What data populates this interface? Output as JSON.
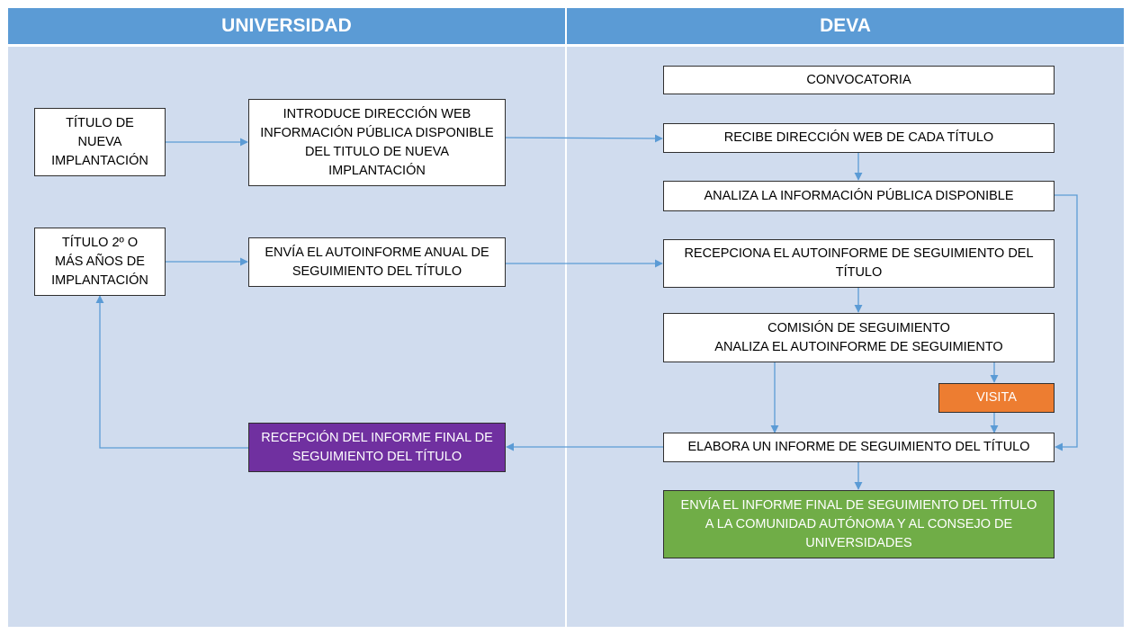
{
  "lanes": {
    "left": "UNIVERSIDAD",
    "right": "DEVA"
  },
  "universidad": {
    "titulo_nueva": "TÍTULO DE\nNUEVA\nIMPLANTACIÓN",
    "introduce": "INTRODUCE DIRECCIÓN WEB\nINFORMACIÓN PÚBLICA DISPONIBLE\nDEL TITULO DE NUEVA\nIMPLANTACIÓN",
    "titulo_2": "TÍTULO 2º O\nMÁS AÑOS DE\nIMPLANTACIÓN",
    "envia_autoinforme": "ENVÍA EL AUTOINFORME ANUAL DE\nSEGUIMIENTO DEL TÍTULO",
    "recepcion_informe": "RECEPCIÓN DEL INFORME FINAL DE\nSEGUIMIENTO DEL TÍTULO"
  },
  "deva": {
    "convocatoria": "CONVOCATORIA",
    "recibe": "RECIBE DIRECCIÓN WEB DE CADA TÍTULO",
    "analiza_info": "ANALIZA LA INFORMACIÓN PÚBLICA DISPONIBLE",
    "recepciona": "RECEPCIONA EL AUTOINFORME DE SEGUIMIENTO DEL\nTÍTULO",
    "comision": "COMISIÓN DE SEGUIMIENTO\nANALIZA EL AUTOINFORME DE SEGUIMIENTO",
    "visita": "VISITA",
    "elabora": "ELABORA UN INFORME DE SEGUIMIENTO DEL TÍTULO",
    "envia_final": "ENVÍA EL INFORME FINAL DE SEGUIMIENTO DEL TÍTULO\nA LA COMUNIDAD AUTÓNOMA Y AL CONSEJO DE\nUNIVERSIDADES"
  },
  "colors": {
    "lane_header": "#5b9bd5",
    "lane_body": "#d0dcee",
    "arrow": "#5b9bd5",
    "purple": "#7030a0",
    "orange": "#ed7d31",
    "green": "#70ad47"
  }
}
